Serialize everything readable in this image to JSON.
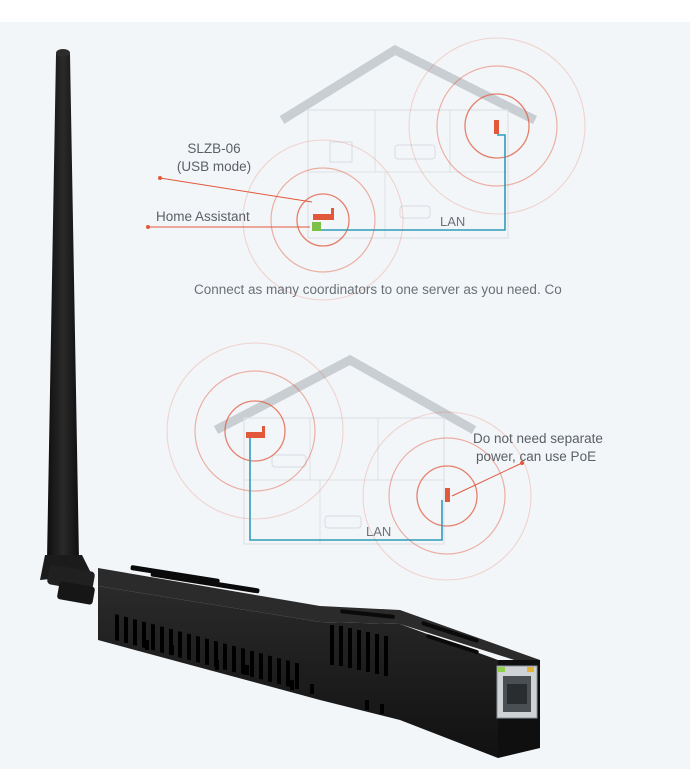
{
  "diagram_top": {
    "label_slzb_line1": "SLZB-06",
    "label_slzb_line2": "(USB mode)",
    "label_home_assistant": "Home Assistant",
    "label_lan": "LAN",
    "caption": "Connect as many coordinators to one server as you need. Co"
  },
  "diagram_bottom": {
    "label_lan": "LAN",
    "label_power_line1": "Do not need separate",
    "label_power_line2": "power, can use PoE"
  },
  "colors": {
    "background": "#f3f6f9",
    "accent_orange": "#e2583b",
    "lan_line": "#2f9bb8",
    "house_outline": "#c9ced3",
    "device_body": "#1a1a1a"
  }
}
